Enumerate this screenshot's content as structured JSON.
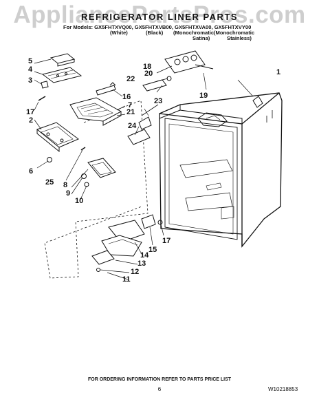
{
  "watermark": "AppliancePartsPros.com",
  "header": {
    "title": "REFRIGERATOR LINER PARTS",
    "models_line": "For Models: GX5FHTXVQ00, GX5FHTXVB00, GX5FHTXVA00, GX5FHTXVY00",
    "finishes": [
      "(White)",
      "(Black)",
      "(Monochromatic",
      "(Monochromatic"
    ],
    "finishes_2": [
      "Satina)",
      "Stainless)"
    ]
  },
  "callouts": [
    "1",
    "2",
    "3",
    "4",
    "5",
    "6",
    "7",
    "8",
    "9",
    "10",
    "11",
    "12",
    "13",
    "14",
    "15",
    "16",
    "17",
    "17",
    "18",
    "19",
    "20",
    "21",
    "22",
    "23",
    "24",
    "25"
  ],
  "footer": {
    "ordering": "FOR ORDERING INFORMATION REFER TO PARTS PRICE LIST",
    "page": "6",
    "doc": "W10218853"
  }
}
